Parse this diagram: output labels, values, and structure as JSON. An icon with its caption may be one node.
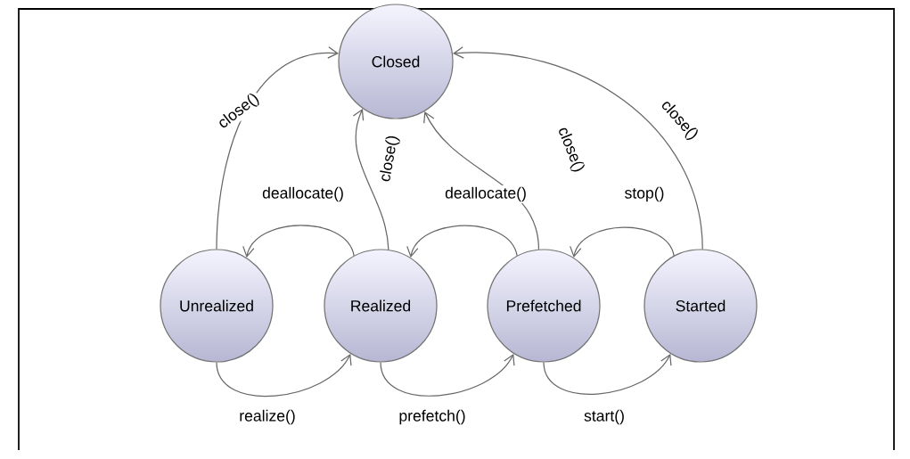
{
  "diagram": {
    "nodes": [
      {
        "text": [
          "Closed"
        ]
      },
      {
        "text": [
          "Unrealized"
        ]
      },
      {
        "text": [
          "Realized"
        ]
      },
      {
        "text": [
          "Prefetched"
        ]
      },
      {
        "text": [
          "Started"
        ]
      }
    ],
    "edges": [
      {
        "from": 1,
        "to": 0,
        "arrow": "to",
        "label": "close()"
      },
      {
        "from": 2,
        "to": 1,
        "arrow": "to",
        "label": "deallocate()"
      },
      {
        "from": 2,
        "to": 0,
        "arrow": "to",
        "label": "close()"
      },
      {
        "from": 3,
        "to": 2,
        "arrow": "to",
        "label": "deallocate()"
      },
      {
        "from": 3,
        "to": 0,
        "arrow": "to",
        "label": "close()"
      },
      {
        "from": 4,
        "to": 3,
        "arrow": "to",
        "label": "stop()"
      },
      {
        "from": 4,
        "to": 0,
        "arrow": "to",
        "label": "close()"
      },
      {
        "from": 1,
        "to": 2,
        "arrow": "to",
        "label": "realize()"
      },
      {
        "from": 2,
        "to": 3,
        "arrow": "to",
        "label": "prefetch()"
      },
      {
        "from": 3,
        "to": 4,
        "arrow": "to",
        "label": "start()"
      }
    ]
  }
}
